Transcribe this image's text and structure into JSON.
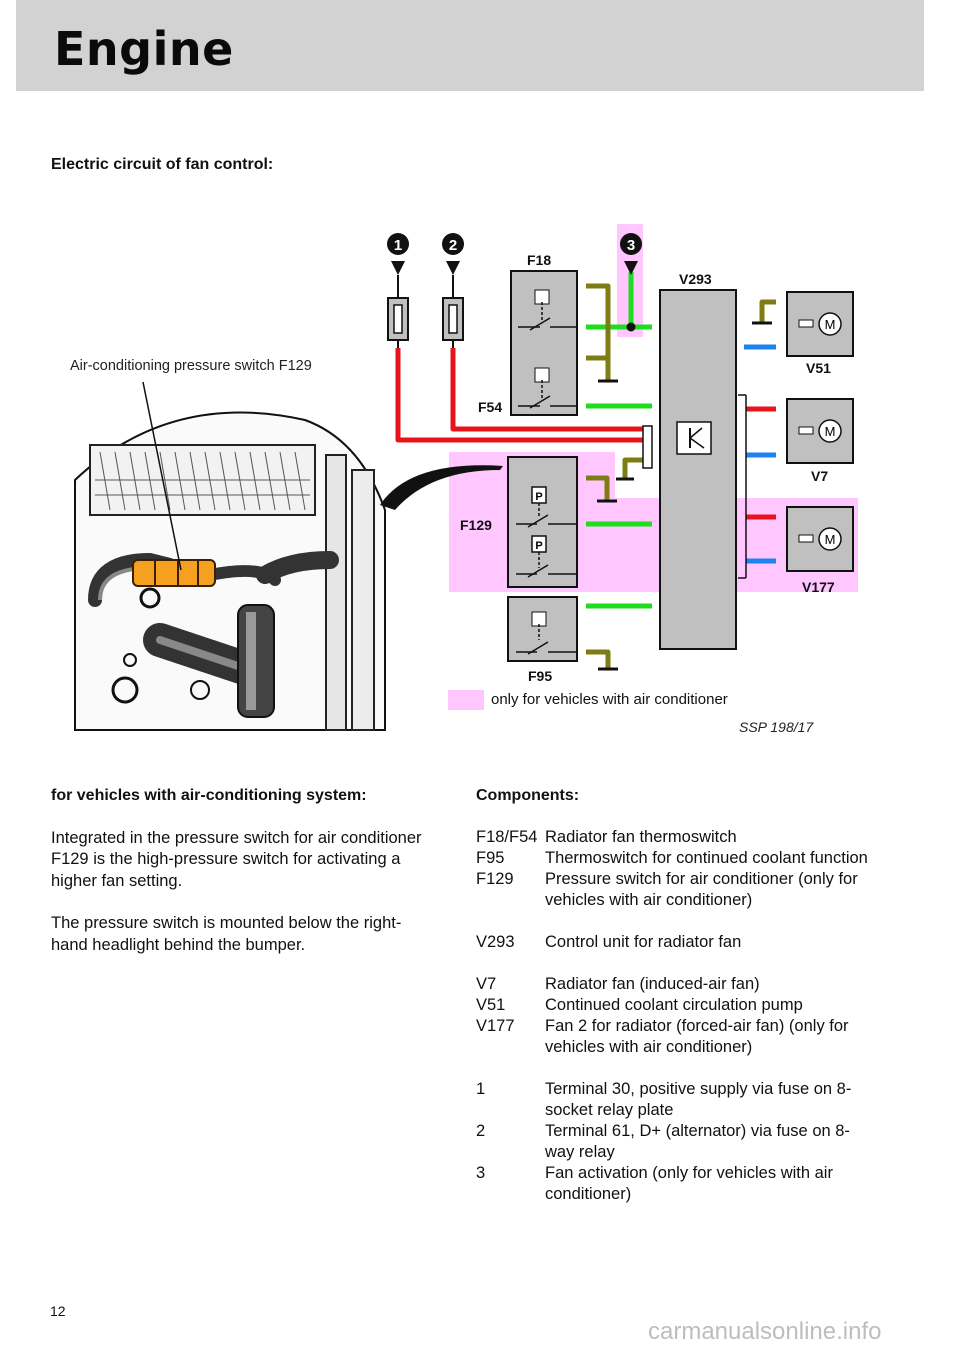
{
  "header": {
    "title": "Engine"
  },
  "figure": {
    "subtitle": "Electric circuit of fan control:",
    "callout": "Air-conditioning pressure switch F129",
    "markers": [
      "1",
      "2",
      "3"
    ],
    "labels": {
      "f18": "F18",
      "f54": "F54",
      "f129": "F129",
      "f95": "F95",
      "v293": "V293",
      "v51": "V51",
      "v7": "V7",
      "v177": "V177",
      "motor": "M",
      "pressure": "P"
    },
    "legend_text": "only for vehicles with air conditioner",
    "reference": "SSP 198/17",
    "colors": {
      "highlight": "#ffc6ff",
      "red": "#e8141c",
      "green": "#1edc1e",
      "blue": "#1e82f0",
      "olive": "#7d7d14",
      "module": "#c0c0c0",
      "photo_accent": "#f5a020"
    }
  },
  "left_column": {
    "heading": "for vehicles with air-conditioning system:",
    "paragraphs": [
      "Integrated in the pressure switch for air conditioner F129 is the high-pressure switch for activating a higher fan setting.",
      "The pressure switch is mounted below the right-hand headlight behind the bumper."
    ]
  },
  "right_column": {
    "heading": "Components:",
    "groups": [
      [
        {
          "code": "F18/F54",
          "desc": "Radiator fan thermoswitch"
        },
        {
          "code": "F95",
          "desc": "Thermoswitch for continued coolant function"
        },
        {
          "code": "F129",
          "desc": "Pressure switch for air conditioner (only for vehicles with air conditioner)"
        }
      ],
      [
        {
          "code": "V293",
          "desc": "Control unit for radiator fan"
        }
      ],
      [
        {
          "code": "V7",
          "desc": "Radiator fan (induced-air fan)"
        },
        {
          "code": "V51",
          "desc": "Continued coolant circulation pump"
        },
        {
          "code": "V177",
          "desc": "Fan 2 for radiator (forced-air fan) (only for vehicles with air conditioner)"
        }
      ],
      [
        {
          "code": "1",
          "desc": "Terminal 30, positive supply via fuse on 8-socket relay plate"
        },
        {
          "code": "2",
          "desc": "Terminal 61, D+ (alternator) via fuse on 8-way relay"
        },
        {
          "code": "3",
          "desc": "Fan activation (only for vehicles with air conditioner)"
        }
      ]
    ]
  },
  "footer": {
    "page_number": "12",
    "watermark": "carmanualsonline.info"
  }
}
